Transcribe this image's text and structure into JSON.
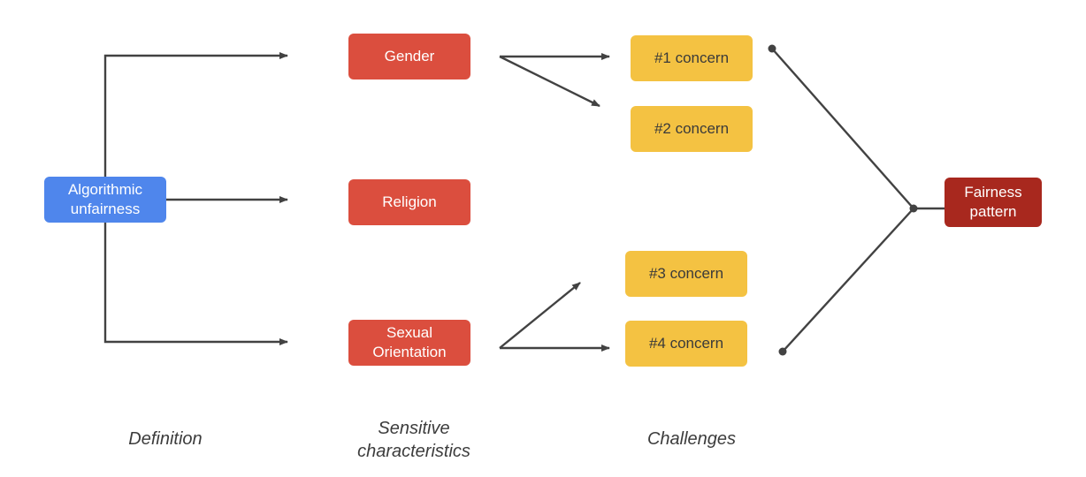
{
  "nodes": {
    "definition": {
      "label_line1": "Algorithmic",
      "label_line2": "unfairness"
    },
    "gender": {
      "label": "Gender"
    },
    "religion": {
      "label": "Religion"
    },
    "sexual_orientation": {
      "label_line1": "Sexual",
      "label_line2": "Orientation"
    },
    "concern1": {
      "label": "#1 concern"
    },
    "concern2": {
      "label": "#2 concern"
    },
    "concern3": {
      "label": "#3 concern"
    },
    "concern4": {
      "label": "#4 concern"
    },
    "fairness": {
      "label_line1": "Fairness",
      "label_line2": "pattern"
    }
  },
  "column_labels": {
    "definition": "Definition",
    "sensitive_line1": "Sensitive",
    "sensitive_line2": "characteristics",
    "challenges": "Challenges"
  },
  "colors": {
    "definition": "#4f86ec",
    "sensitive": "#db4e3e",
    "challenge": "#f4c242",
    "result": "#a8281e",
    "connector": "#424242"
  }
}
